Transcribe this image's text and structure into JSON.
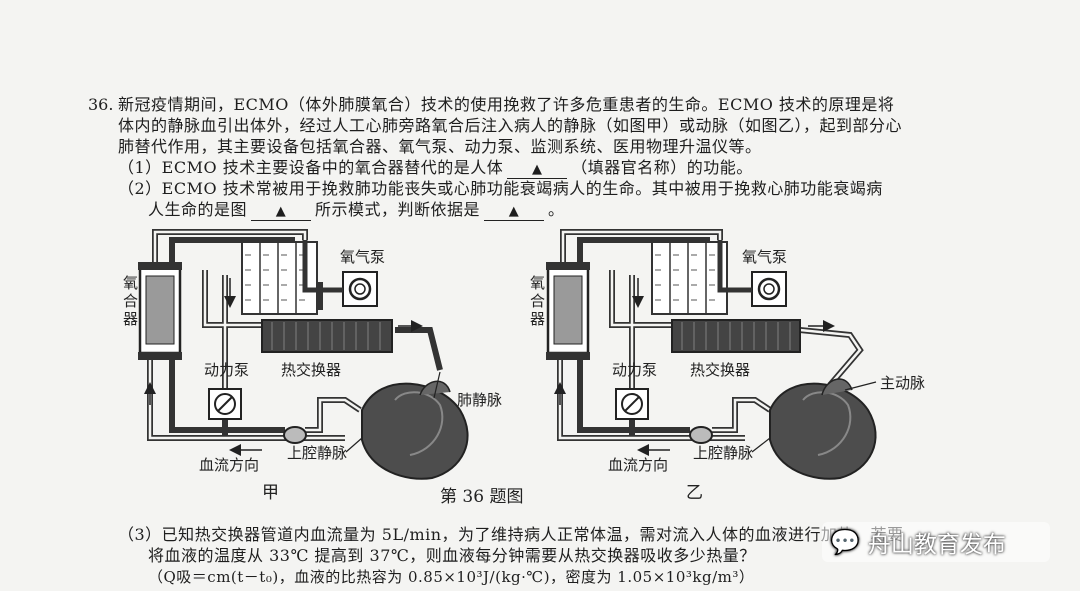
{
  "question": {
    "number": "36.",
    "intro": [
      "新冠疫情期间，ECMO（体外肺膜氧合）技术的使用挽救了许多危重患者的生命。ECMO 技术的原理是将",
      "体内的静脉血引出体外，经过人工心肺旁路氧合后注入病人的静脉（如图甲）或动脉（如图乙），起到部分心",
      "肺替代作用，其主要设备包括氧合器、氧气泵、动力泵、监测系统、医用物理升温仪等。"
    ],
    "part1": {
      "before": "（1）ECMO 技术主要设备中的氧合器替代的是人体",
      "blank": "▲",
      "after": "（填器官名称）的功能。"
    },
    "part2": {
      "line1": "（2）ECMO 技术常被用于挽救肺功能丧失或心肺功能衰竭病人的生命。其中被用于挽救心肺功能衰竭病",
      "before": "人生命的是图",
      "blank1": "▲",
      "middle": "所示模式，判断依据是",
      "blank2": "▲",
      "after": "。"
    },
    "part3": {
      "line1": "（3）已知热交换器管道内血流量为 5L/min，为了维持病人正常体温，需对流入人体的血液进行加热。若要",
      "line2": "将血液的温度从 33℃ 提高到 37℃，则血液每分钟需要从热交换器吸收多少热量？",
      "line3": "（Q吸＝cm(t－t₀)，血液的比热容为 0.85×10³J/(kg·℃)，密度为 1.05×10³kg/m³）"
    }
  },
  "figure": {
    "caption": "第 36 题图",
    "left": {
      "id": "甲",
      "oxygenator": "氧合器",
      "oxygen_pump": "氧气泵",
      "power_pump": "动力泵",
      "heat_exchanger": "热交换器",
      "vessel": "肺静脉",
      "flow_direction": "血流方向",
      "svc": "上腔静脉"
    },
    "right": {
      "id": "乙",
      "oxygenator": "氧合器",
      "oxygen_pump": "氧气泵",
      "power_pump": "动力泵",
      "heat_exchanger": "热交换器",
      "vessel": "主动脉",
      "flow_direction": "血流方向",
      "svc": "上腔静脉"
    }
  },
  "watermark": {
    "icon": "wechat-icon",
    "text": "舟山教育发布"
  }
}
